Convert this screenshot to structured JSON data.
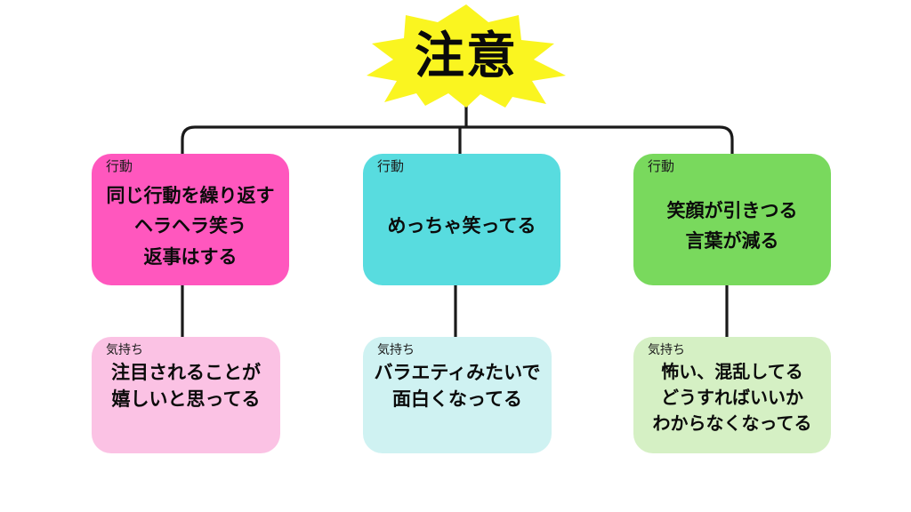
{
  "diagram": {
    "title": "注意",
    "root": {
      "label": "注意",
      "shape": "starburst",
      "color": "#FAF520",
      "text_color": "#0A0A0A"
    },
    "branches": [
      {
        "behaviour": {
          "tag": "行動",
          "color": "#FF57BE",
          "lines": [
            "同じ行動を繰り返す",
            "ヘラヘラ笑う",
            "返事はする"
          ]
        },
        "feeling": {
          "tag": "気持ち",
          "color": "#FBC2E4",
          "lines": [
            "注目されることが",
            "嬉しいと思ってる"
          ]
        }
      },
      {
        "behaviour": {
          "tag": "行動",
          "color": "#58DCDF",
          "lines": [
            "めっちゃ笑ってる"
          ]
        },
        "feeling": {
          "tag": "気持ち",
          "color": "#CFF2F2",
          "lines": [
            "バラエティみたいで",
            "面白くなってる"
          ]
        }
      },
      {
        "behaviour": {
          "tag": "行動",
          "color": "#79D95D",
          "lines": [
            "笑顔が引きつる",
            "言葉が減る"
          ]
        },
        "feeling": {
          "tag": "気持ち",
          "color": "#D5F0C4",
          "lines": [
            "怖い、混乱してる",
            "どうすればいいか",
            "わからなくなってる"
          ]
        }
      }
    ],
    "connector_color": "#1A1A1A"
  }
}
